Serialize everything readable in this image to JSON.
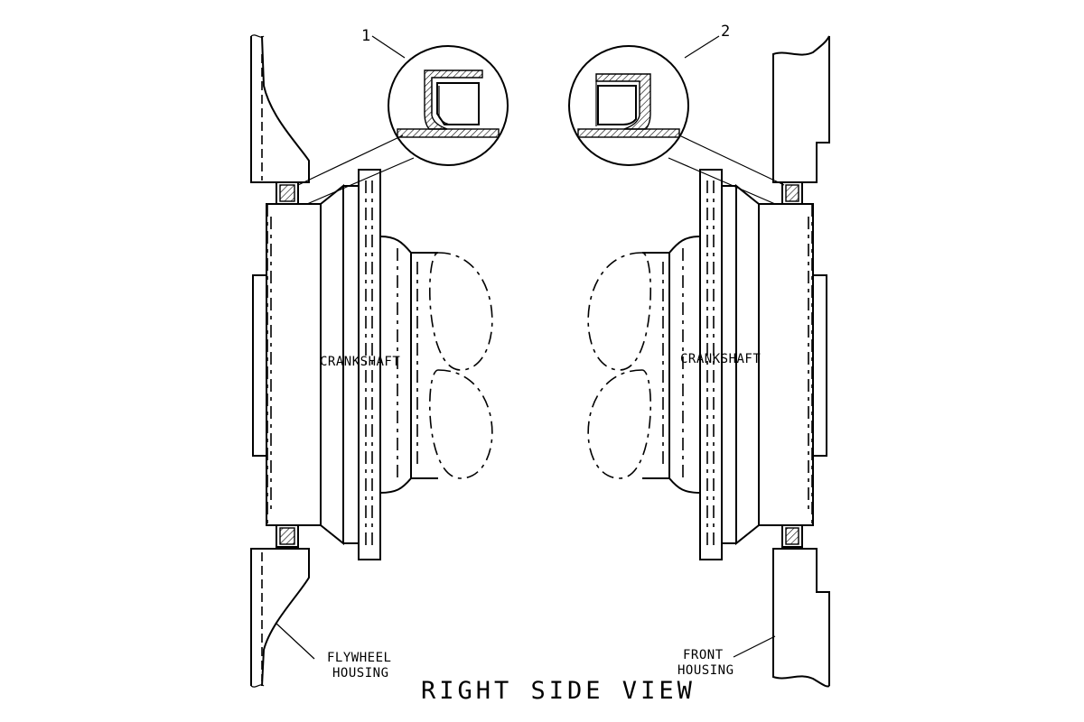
{
  "diagram": {
    "title": "RIGHT SIDE VIEW",
    "callouts": [
      "1",
      "2"
    ],
    "left_part": {
      "center_label": "CRANKSHAFT",
      "housing_label_line1": "FLYWHEEL",
      "housing_label_line2": "HOUSING"
    },
    "right_part": {
      "center_label": "CRANKSHAFT",
      "housing_label_line1": "FRONT",
      "housing_label_line2": "HOUSING"
    }
  }
}
